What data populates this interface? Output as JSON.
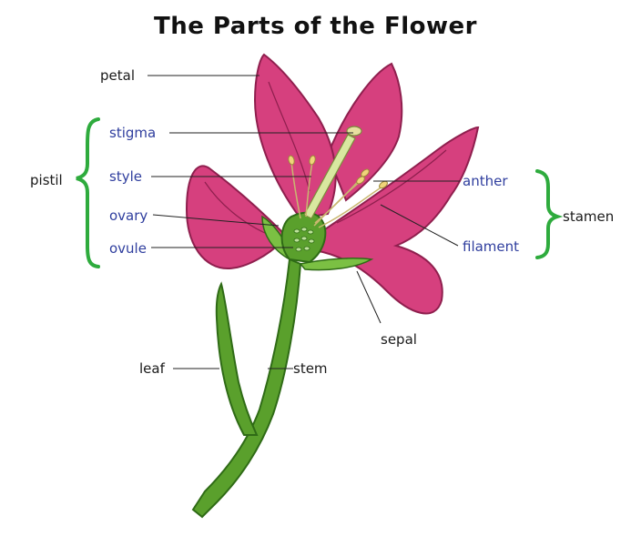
{
  "title": "The Parts of the Flower",
  "labels": {
    "petal": "petal",
    "stigma": "stigma",
    "style": "style",
    "ovary": "ovary",
    "ovule": "ovule",
    "pistil": "pistil",
    "anther": "anther",
    "filament": "filament",
    "stamen": "stamen",
    "sepal": "sepal",
    "leaf": "leaf",
    "stem": "stem"
  },
  "colors": {
    "petal": "#d6407e",
    "petal_dark": "#b02a62",
    "stem": "#5aa02c",
    "stem_dark": "#2f6b16",
    "bracket": "#2eab3d",
    "pistil_label": "#2f3e9e",
    "label": "#1a1a1a",
    "stamen_filament": "#e7d99a",
    "anther": "#f0d47a"
  }
}
